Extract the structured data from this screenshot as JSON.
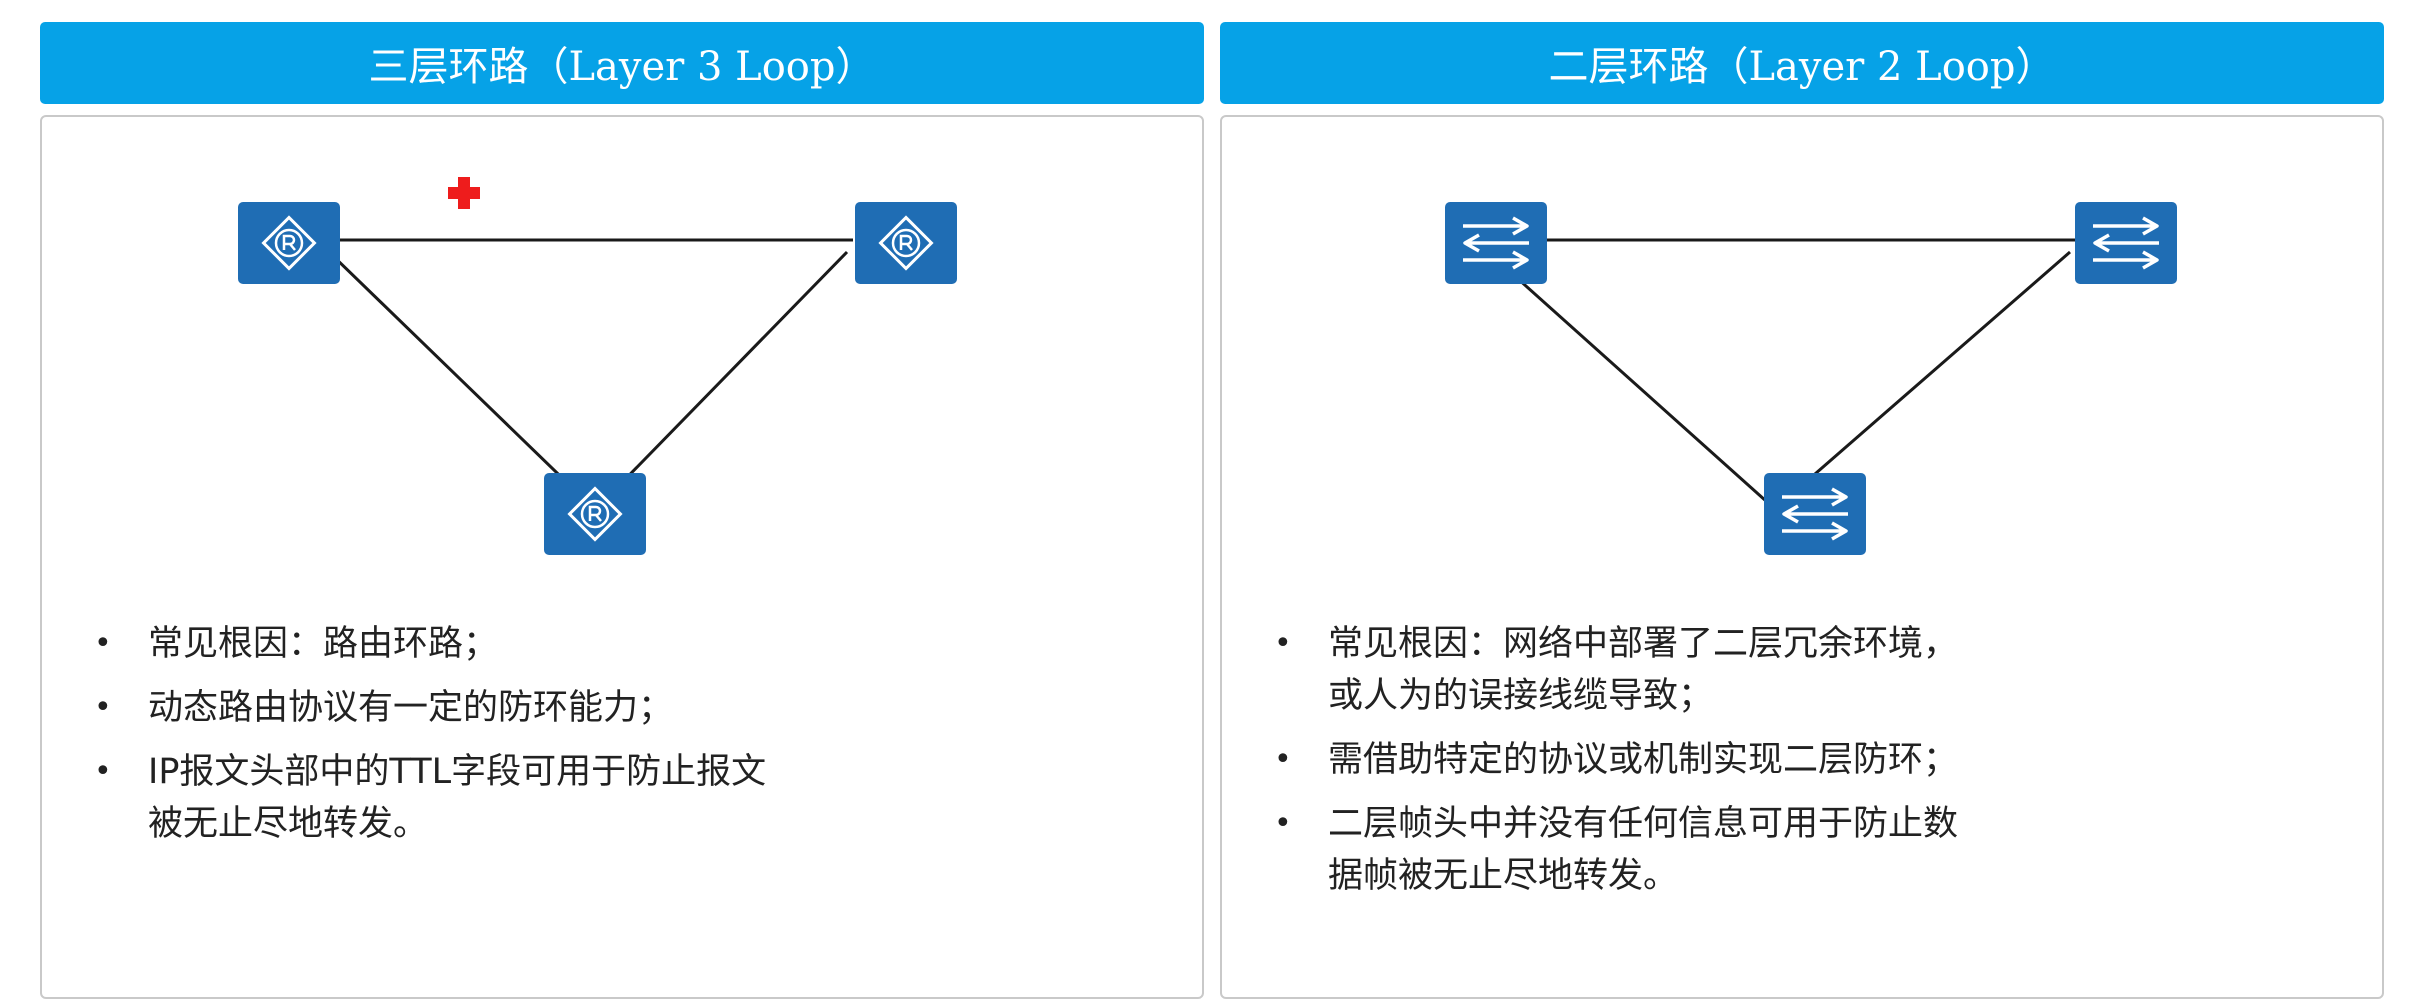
{
  "panels": [
    {
      "title": "三层环路（Layer 3 Loop）",
      "device_type": "router",
      "device_icon": "router-icon",
      "loop_marker": "red-cross-icon",
      "colors": {
        "header": "#06a2e7",
        "device": "#1f6db4",
        "marker": "#ee1c1c"
      },
      "points": [
        {
          "line1": "常见根因：路由环路；",
          "line2": ""
        },
        {
          "line1": "动态路由协议有一定的防环能力；",
          "line2": ""
        },
        {
          "line1": "IP报文头部中的TTL字段可用于防止报文",
          "line2": "被无止尽地转发。"
        }
      ]
    },
    {
      "title": "二层环路（Layer 2 Loop）",
      "device_type": "switch",
      "device_icon": "switch-icon",
      "colors": {
        "header": "#06a2e7",
        "device": "#1f6db4"
      },
      "points": [
        {
          "line1": "常见根因：网络中部署了二层冗余环境，",
          "line2": "或人为的误接线缆导致；"
        },
        {
          "line1": "需借助特定的协议或机制实现二层防环；",
          "line2": ""
        },
        {
          "line1": "二层帧头中并没有任何信息可用于防止数",
          "line2": "据帧被无止尽地转发。"
        }
      ]
    }
  ]
}
